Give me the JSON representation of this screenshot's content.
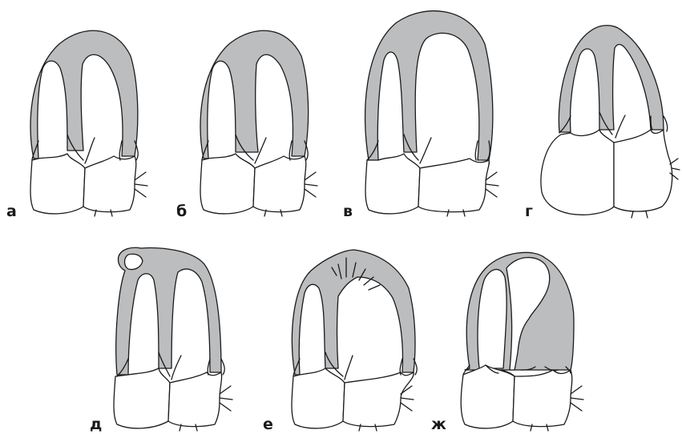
{
  "figure": {
    "panels": [
      {
        "id": "a",
        "label": "а"
      },
      {
        "id": "b",
        "label": "б"
      },
      {
        "id": "v",
        "label": "в"
      },
      {
        "id": "g",
        "label": "г"
      },
      {
        "id": "d",
        "label": "д"
      },
      {
        "id": "e",
        "label": "е"
      },
      {
        "id": "zh",
        "label": "ж"
      }
    ]
  },
  "colors": {
    "myocardium": "#bcbdbf",
    "outline": "#1a1a1a",
    "background": "#ffffff"
  }
}
